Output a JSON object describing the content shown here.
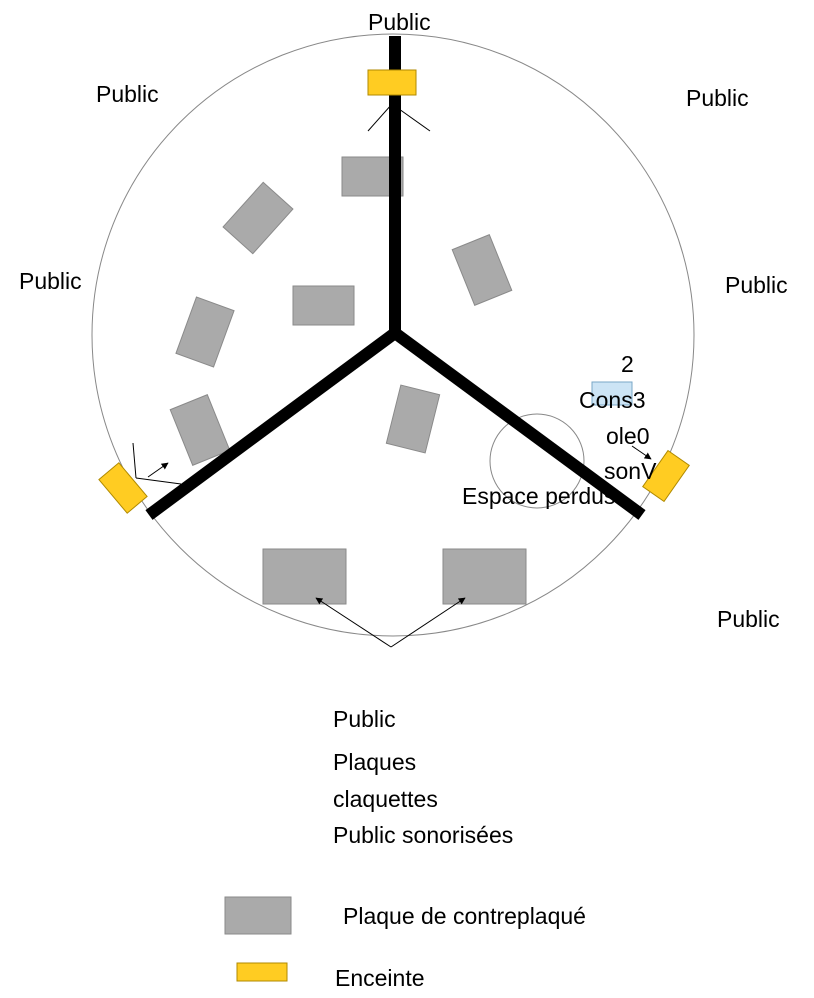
{
  "labels": {
    "public_top": "Public",
    "public_top_left": "Public",
    "public_top_right": "Public",
    "public_left": "Public",
    "public_right": "Public",
    "public_bottom_right": "Public",
    "public_bottom": "Public",
    "plaques_claquettes_line1": "Plaques",
    "plaques_claquettes_line2": "claquettes",
    "plaques_claquettes_line3": "Public sonorisées",
    "console_line1": "2",
    "console_line2": "Cons3",
    "console_line3": "ole0",
    "console_line4": "sonV",
    "espace_perdus": "Espace perdus"
  },
  "legend": {
    "plywood_label": "Plaque de contreplaqué",
    "speaker_label": "Enceinte"
  },
  "colors": {
    "plywood": "#aaaaaa",
    "speaker": "#ffcc22",
    "console": "#cce4f5",
    "walls": "#000000",
    "circle": "#888888"
  }
}
